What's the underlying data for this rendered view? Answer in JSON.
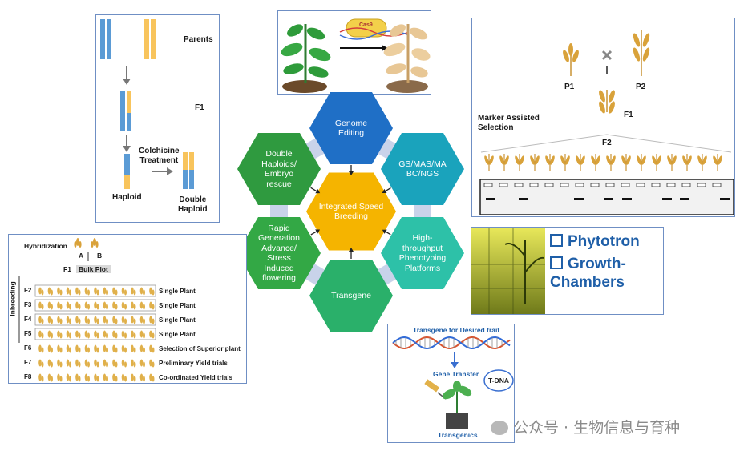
{
  "center": {
    "hub": "Integrated Speed\nBreeding",
    "hexes": [
      {
        "id": "genome",
        "label": "Genome\nEditing",
        "color": "#1f6fc6"
      },
      {
        "id": "gs",
        "label": "GS/MAS/MA\nBC/NGS",
        "color": "#1aa3bc"
      },
      {
        "id": "htp",
        "label": "High-\nthroughput\nPhenotyping\nPlatforms",
        "color": "#2dc1a8"
      },
      {
        "id": "transgene",
        "label": "Transgene",
        "color": "#2ab06a"
      },
      {
        "id": "rapid",
        "label": "Rapid\nGeneration\nAdvance/\nStress\nInduced\nflowering",
        "color": "#33a845"
      },
      {
        "id": "dh",
        "label": "Double\nHaploids/\nEmbryo\nrescue",
        "color": "#2f9a3f"
      }
    ],
    "hub_color": "#f5b400"
  },
  "haploid_panel": {
    "parents": "Parents",
    "f1": "F1",
    "colchicine": "Colchicine\nTreatment",
    "haploid": "Haploid",
    "double_haploid": "Double\nHaploid",
    "chrom_blue": "#5b9bd5",
    "chrom_orange": "#f8c45c"
  },
  "genome_panel": {
    "tool_label": "Cas9"
  },
  "mas_panel": {
    "p1": "P1",
    "p2": "P2",
    "f1": "F1",
    "f2": "F2",
    "title": "Marker Assisted\nSelection"
  },
  "inbreeding_panel": {
    "hybridization": "Hybridization",
    "a": "A",
    "b": "B",
    "f1": "F1",
    "bulk": "Bulk Plot",
    "side_label": "Inbreeding",
    "rows": [
      {
        "gen": "F2",
        "note": "Single Plant"
      },
      {
        "gen": "F3",
        "note": "Single Plant"
      },
      {
        "gen": "F4",
        "note": "Single Plant"
      },
      {
        "gen": "F5",
        "note": "Single Plant"
      },
      {
        "gen": "F6",
        "note": "Selection of Superior plant"
      },
      {
        "gen": "F7",
        "note": "Preliminary Yield trials"
      },
      {
        "gen": "F8",
        "note": "Co-ordinated Yield trials"
      }
    ]
  },
  "phytotron_panel": {
    "items": [
      "Phytotron",
      "Growth-\nChambers"
    ]
  },
  "transgenic_panel": {
    "title": "Transgene for Desired trait",
    "gene_transfer": "Gene Transfer",
    "tdna": "T-DNA",
    "result": "Transgenics"
  },
  "watermark": "公众号 · 生物信息与育种"
}
